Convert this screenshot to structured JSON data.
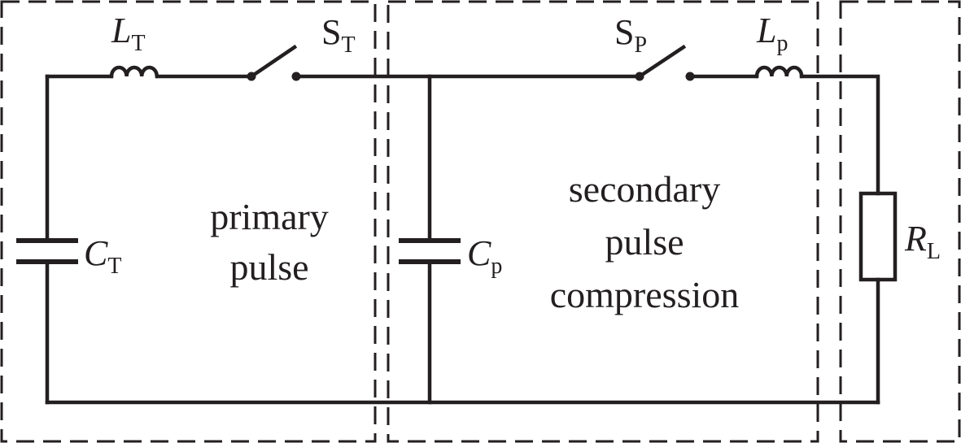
{
  "labels": {
    "inductor_t": {
      "main": "L",
      "sub": "T"
    },
    "switch_t": {
      "main": "S",
      "sub": "T"
    },
    "switch_p": {
      "main": "S",
      "sub": "P"
    },
    "inductor_p": {
      "main": "L",
      "sub": "p"
    },
    "capacitor_t": {
      "main": "C",
      "sub": "T"
    },
    "capacitor_p": {
      "main": "C",
      "sub": "p"
    },
    "resistor_l": {
      "main": "R",
      "sub": "L"
    }
  },
  "regions": {
    "primary": [
      "primary",
      "pulse"
    ],
    "secondary": [
      "secondary",
      "pulse",
      "compression"
    ]
  }
}
